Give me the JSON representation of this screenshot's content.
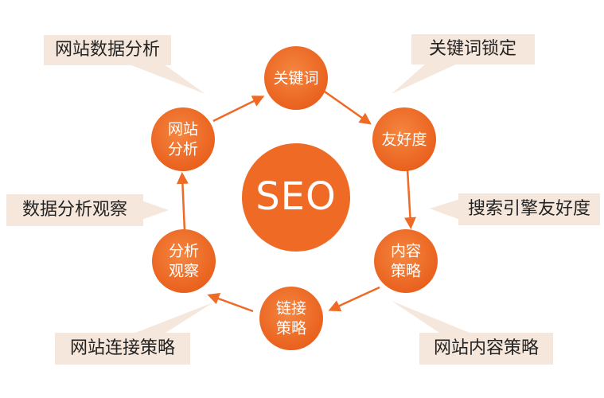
{
  "center": {
    "label": "SEO"
  },
  "nodes": {
    "keyword": {
      "label": "关键词"
    },
    "friendliness": {
      "label": "友好度"
    },
    "content_strategy": {
      "line1": "内容",
      "line2": "策略"
    },
    "link_strategy": {
      "line1": "链接",
      "line2": "策略"
    },
    "analysis_observe": {
      "line1": "分析",
      "line2": "观察"
    },
    "site_analysis": {
      "line1": "网站",
      "line2": "分析"
    }
  },
  "callouts": {
    "site_data_analysis": "网站数据分析",
    "keyword_lock": "关键词锁定",
    "search_engine_friendly": "搜索引擎友好度",
    "site_content_strategy": "网站内容策略",
    "site_link_strategy": "网站连接策略",
    "data_analysis_observe": "数据分析观察"
  },
  "colors": {
    "node": "#ef6a24",
    "center": "#ee6a25",
    "arrow": "#ee6a25",
    "callout_bg": "#f6e7dc"
  }
}
